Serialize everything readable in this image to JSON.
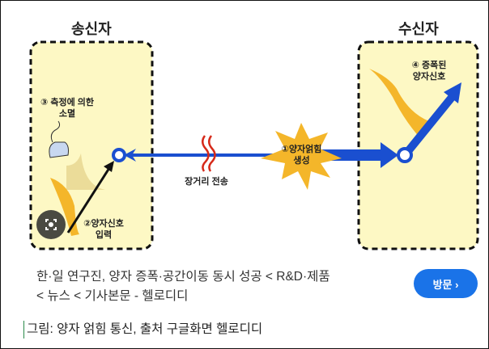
{
  "diagram": {
    "sender_title": "송신자",
    "receiver_title": "수신자",
    "label_extinction": [
      "③ 측정에 의한",
      "소멸"
    ],
    "label_input": [
      "②양자신호",
      "입력"
    ],
    "label_transmission": "장거리 전송",
    "label_entanglement": [
      "①양자얽힘",
      "생성"
    ],
    "label_amplified": [
      "④ 증폭된",
      "양자신호"
    ]
  },
  "result": {
    "title_line1": "한·일 연구진, 양자 증폭·공간이동 동시 성공 < R&D·제품",
    "title_line2": "< 뉴스 < 기사본문 - 헬로디디",
    "visit_label": "방문 ›"
  },
  "caption": "그림: 양자 얽힘 통신, 출처 구글화면 헬로디디",
  "colors": {
    "box_fill": "#fdf8c4",
    "blue": "#1a4fd0",
    "gold": "#f4b62a",
    "button": "#1a73e8"
  }
}
